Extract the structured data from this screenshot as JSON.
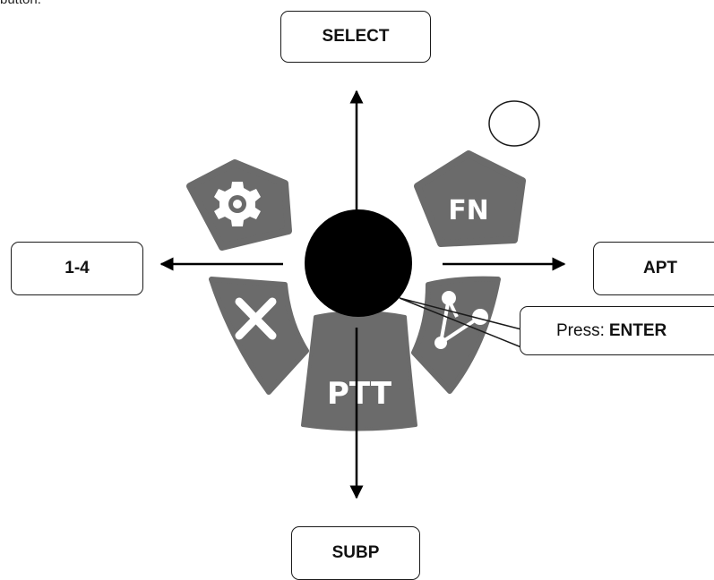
{
  "header_fragment": "button.",
  "labels": {
    "up": "SELECT",
    "left": "1-4",
    "right": "APT",
    "down": "SUBP",
    "press_prefix": "Press:",
    "press_action": "ENTER"
  },
  "buttons": [
    {
      "id": "settings",
      "icon": "gear-icon"
    },
    {
      "id": "fn",
      "text": "FN"
    },
    {
      "id": "cancel",
      "icon": "close-icon"
    },
    {
      "id": "ptt",
      "text": "PTT"
    },
    {
      "id": "route",
      "icon": "route-icon"
    }
  ],
  "colors": {
    "button_fill": "#6b6b6b",
    "center_knob": "#000000",
    "arrow": "#000000"
  }
}
